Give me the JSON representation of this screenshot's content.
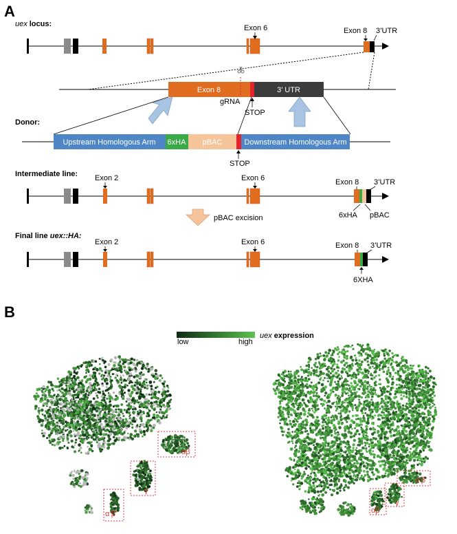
{
  "panels": {
    "a": "A",
    "b": "B"
  },
  "locus": {
    "gene_italic": "uex",
    "suffix": "locus:",
    "exon6": "Exon 6",
    "exon8": "Exon 8",
    "utr": "3’UTR"
  },
  "zoom": {
    "exon8": "Exon 8",
    "utr": "3’ UTR",
    "grna": "gRNA",
    "stop": "STOP"
  },
  "donor": {
    "title": "Donor:",
    "upstream": "Upstream Homologous Arm",
    "hx": "6xHA",
    "pbac": "pBAC",
    "downstream": "Downstream Homologous Arm",
    "stop": "STOP"
  },
  "intermediate": {
    "title": "Intermediate line:",
    "exon2": "Exon 2",
    "exon6": "Exon 6",
    "exon8": "Exon 8",
    "utr": "3’UTR",
    "hx": "6xHA",
    "pbac": "pBAC"
  },
  "excision": {
    "label": "pBAC excision"
  },
  "final": {
    "title_prefix": "Final line ",
    "title_gene": "uex::HA:",
    "exon2": "Exon 2",
    "exon6": "Exon 6",
    "exon8": "Exon 8",
    "utr": "3’UTR",
    "hx": "6XHA"
  },
  "legend": {
    "low": "low",
    "high": "high",
    "gene_italic": "uex",
    "suffix": " expression"
  },
  "clusters_left": {
    "ab": "αβ",
    "g": "γ",
    "apb": "α’β’"
  },
  "clusters_right": {
    "apb": "α’β’",
    "g": "γ",
    "ab": "αβ"
  },
  "colors": {
    "exon": "#e06d1f",
    "exon_dark": "#c4561a",
    "utr_dark": "#3c3c3c",
    "stop_red": "#e3242b",
    "arm_blue": "#4e86c6",
    "arrow_blue": "#a9c4e2",
    "ha_green": "#3aaa47",
    "pbac_peach": "#f5c49b",
    "exon_grey": "#8a8a8a",
    "cluster_red": "#e03b3b",
    "green_high": "#5cc24f",
    "green_low": "#0c2a12"
  }
}
